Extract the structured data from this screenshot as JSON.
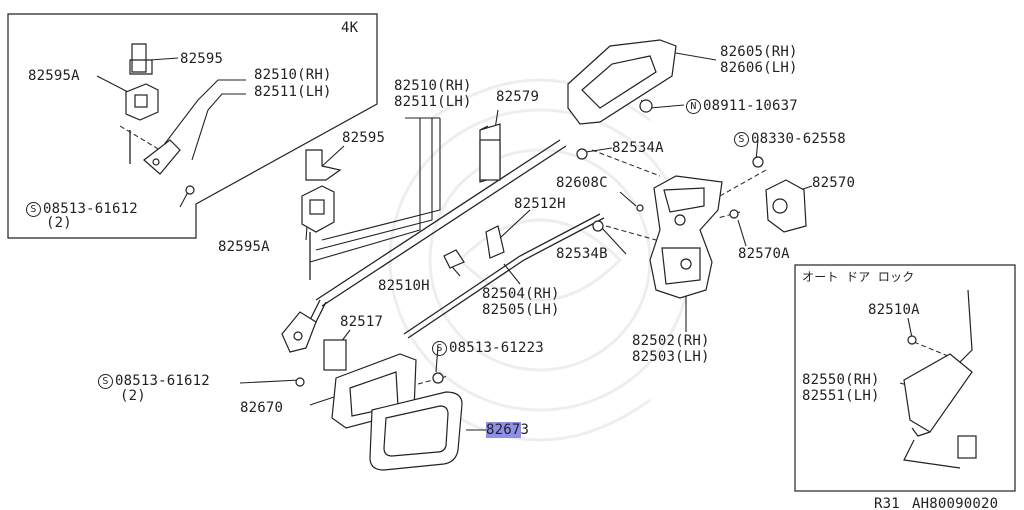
{
  "labels": [
    "4K",
    "82595",
    "82595A",
    "82510(RH)",
    "82511(LH)",
    "08513-61612",
    "(2)",
    "82510(RH)",
    "82511(LH)",
    "82579",
    "82595",
    "82512H",
    "82595A",
    "82510H",
    "82504(RH)",
    "82505(LH)",
    "82517",
    "08513-61223",
    "08513-61612",
    "(2)",
    "82670",
    "8267",
    "3",
    "82605(RH)",
    "82606(LH)",
    "08911-10637",
    "82534A",
    "08330-62558",
    "82608C",
    "82570",
    "82534B",
    "82570A",
    "82502(RH)",
    "82503(LH)",
    "オート ドア ロック",
    "82510A",
    "82550(RH)",
    "82551(LH)",
    "R31",
    "AH80090020"
  ],
  "highlight_color": "#8f8fe8"
}
